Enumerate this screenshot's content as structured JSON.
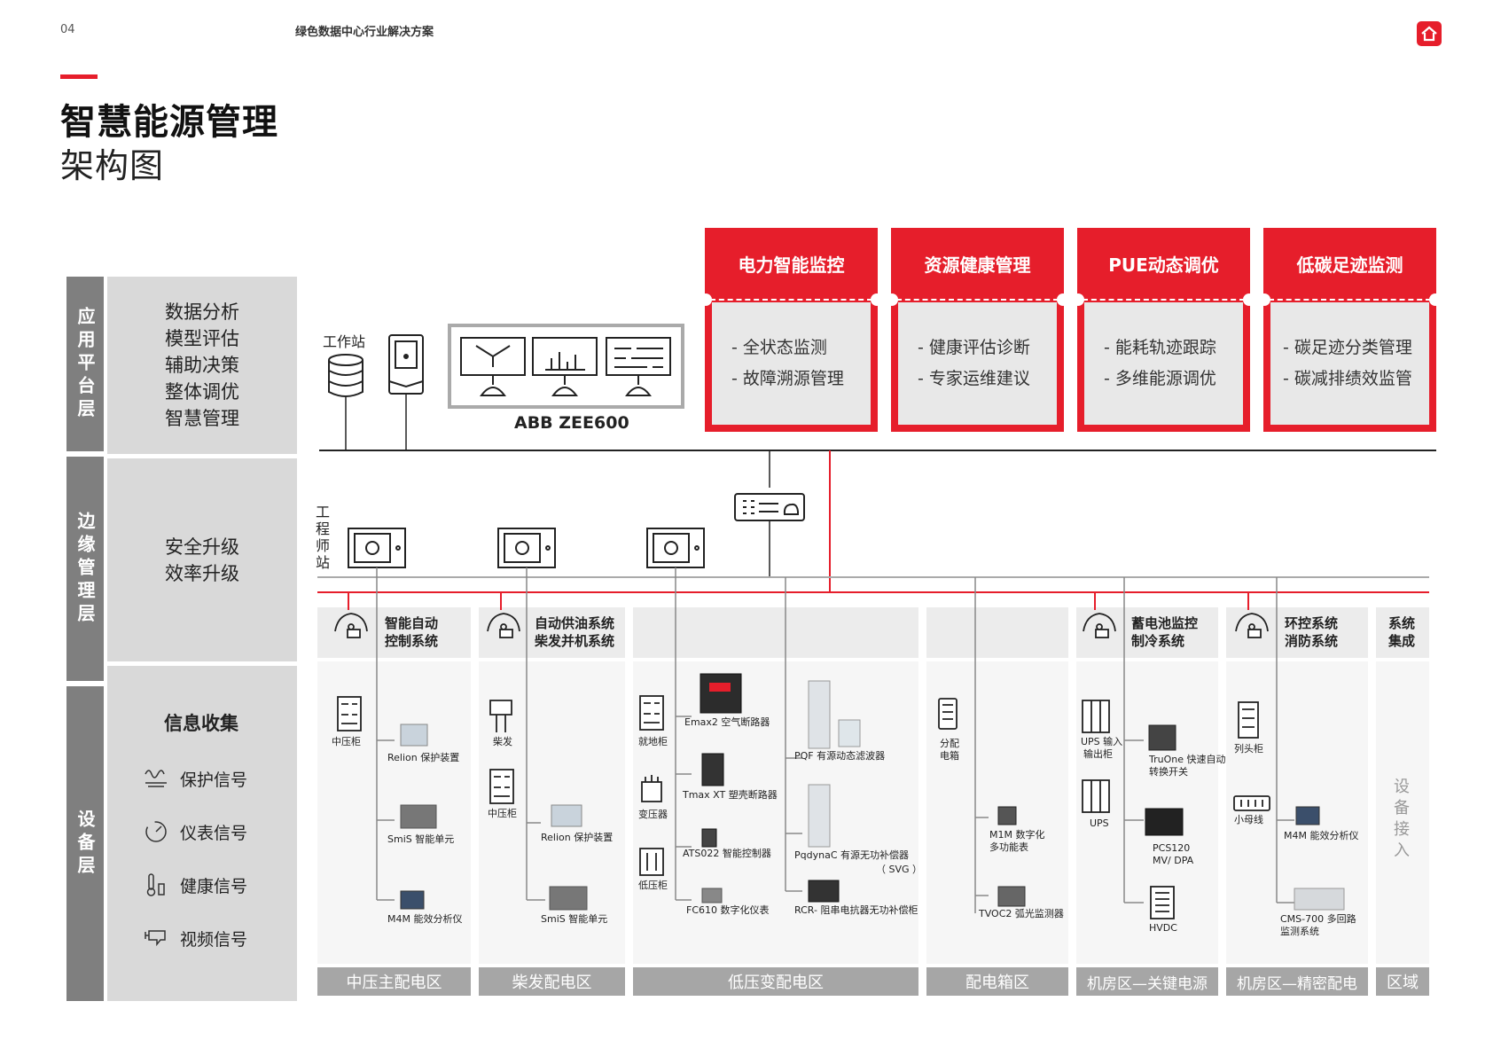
{
  "header": {
    "page_number": "04",
    "doc_title": "绿色数据中心行业解决方案",
    "home_icon": "home-icon",
    "accent": "#e61e2b"
  },
  "title": {
    "main": "智慧能源管理",
    "sub": "架构图"
  },
  "layers": [
    {
      "name": "应用平台层",
      "items": [
        "数据分析",
        "模型评估",
        "辅助决策",
        "整体调优",
        "智慧管理"
      ]
    },
    {
      "name": "边缘管理层",
      "items": [
        "安全升级",
        "效率升级"
      ]
    },
    {
      "name": "设备层",
      "title": "信息收集",
      "signals": [
        {
          "icon": "waveform-icon",
          "label": "保护信号"
        },
        {
          "icon": "gauge-icon",
          "label": "仪表信号"
        },
        {
          "icon": "thermometer-icon",
          "label": "健康信号"
        },
        {
          "icon": "camera-icon",
          "label": "视频信号"
        }
      ]
    }
  ],
  "platform": {
    "workstation_label": "工作站",
    "zee_label": "ABB ZEE600",
    "engineer_label": "工程师站"
  },
  "modules": [
    {
      "title": "电力智能监控",
      "items": [
        "- 全状态监测",
        "- 故障溯源管理"
      ]
    },
    {
      "title": "资源健康管理",
      "items": [
        "- 健康评估诊断",
        "- 专家运维建议"
      ]
    },
    {
      "title": "PUE动态调优",
      "items": [
        "- 能耗轨迹跟踪",
        "- 多维能源调优"
      ]
    },
    {
      "title": "低碳足迹监测",
      "items": [
        "- 碳足迹分类管理",
        "- 碳减排绩效监管"
      ]
    }
  ],
  "zones": [
    {
      "header": [
        "智能自动",
        "控制系统"
      ],
      "footer": "中压主配电区",
      "devices": [
        "中压柜",
        "Relion 保护装置",
        "SmiS 智能单元",
        "M4M 能效分析仪"
      ]
    },
    {
      "header": [
        "自动供油系统",
        "柴发并机系统"
      ],
      "footer": "柴发配电区",
      "devices": [
        "柴发",
        "中压柜",
        "Relion 保护装置",
        "SmiS 智能单元"
      ]
    },
    {
      "header": [],
      "footer": "低压变配电区",
      "devices": [
        "就地柜",
        "变压器",
        "低压柜",
        "Emax2 空气断路器",
        "Tmax XT 塑壳断路器",
        "ATS022 智能控制器",
        "FC610 数字化仪表",
        "PQF 有源动态滤波器",
        "PqdynaC 有源无功补偿器",
        "（ SVG ）",
        "RCR- 阻串电抗器无功补偿柜"
      ]
    },
    {
      "header": [],
      "footer": "配电箱区",
      "devices": [
        "分配",
        "电箱",
        "M1M 数字化",
        "多功能表",
        "TVOC2 弧光监测器"
      ]
    },
    {
      "header": [
        "蓄电池监控",
        "制冷系统"
      ],
      "footer": "机房区—关键电源",
      "devices": [
        "UPS 输入",
        "输出柜",
        "UPS",
        "TruOne 快速自动",
        "转换开关",
        "PCS120",
        "MV/ DPA",
        "HVDC"
      ]
    },
    {
      "header": [
        "环控系统",
        "消防系统"
      ],
      "footer": "机房区—精密配电",
      "devices": [
        "列头柜",
        "小母线",
        "M4M 能效分析仪",
        "CMS-700 多回路",
        "监测系统"
      ]
    },
    {
      "header": [
        "系统",
        "集成"
      ],
      "footer": "区域",
      "access": "设备接入"
    }
  ]
}
